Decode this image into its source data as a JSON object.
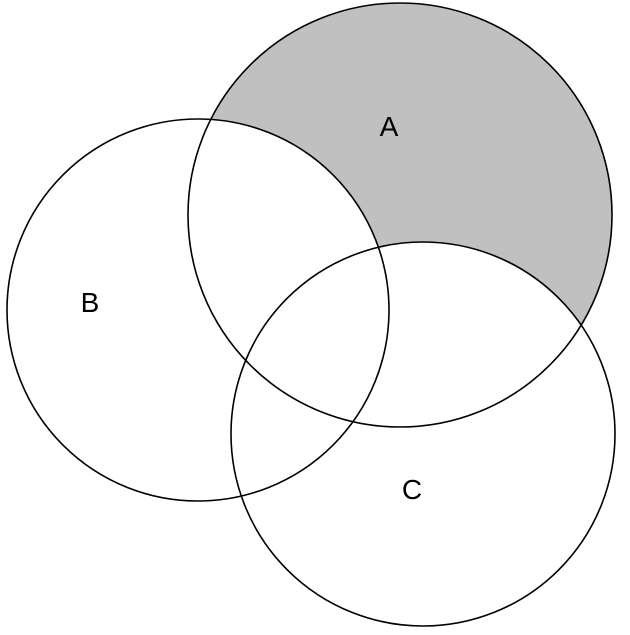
{
  "diagram": {
    "type": "venn-3",
    "sets": [
      {
        "id": "A",
        "label": "A"
      },
      {
        "id": "B",
        "label": "B"
      },
      {
        "id": "C",
        "label": "C"
      }
    ],
    "shaded_region": {
      "include": [
        "A"
      ],
      "exclude": [
        "B",
        "C"
      ]
    },
    "colors": {
      "background": "#ffffff",
      "outline": "#000000",
      "shade": "#c0c0c0"
    }
  }
}
